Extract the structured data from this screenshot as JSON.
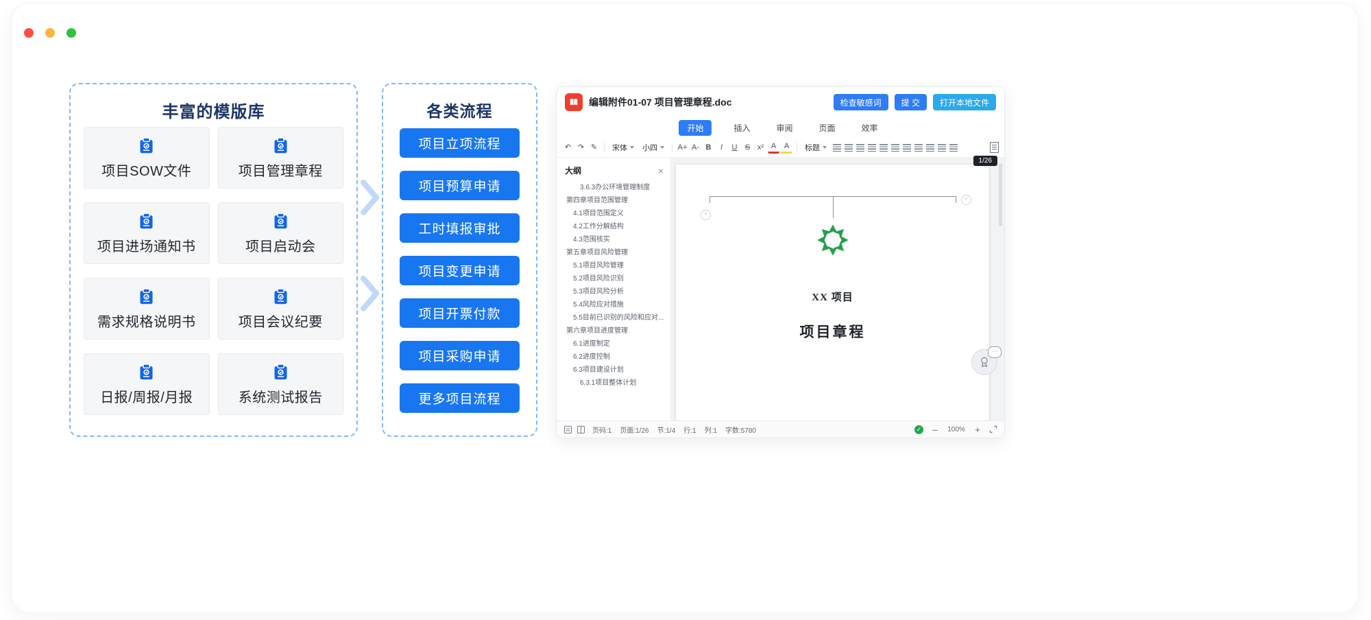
{
  "window": {
    "traffic_lights": {
      "red": "#FB4F46",
      "yellow": "#FCB53D",
      "green": "#2EC23E"
    }
  },
  "templates_panel": {
    "title": "丰富的模版库",
    "cards": [
      {
        "label": "项目SOW文件"
      },
      {
        "label": "项目管理章程"
      },
      {
        "label": "项目进场通知书"
      },
      {
        "label": "项目启动会"
      },
      {
        "label": "需求规格说明书"
      },
      {
        "label": "项目会议纪要"
      },
      {
        "label": "日报/周报/月报"
      },
      {
        "label": "系统测试报告"
      }
    ]
  },
  "flows_panel": {
    "title": "各类流程",
    "buttons": [
      "项目立项流程",
      "项目预算申请",
      "工时填报审批",
      "项目变更申请",
      "项目开票付款",
      "项目采购申请",
      "更多项目流程"
    ]
  },
  "editor": {
    "doc_title": "编辑附件01-07 项目管理章程.doc",
    "header_buttons": {
      "check_sensitive": "检查敏感词",
      "submit": "提 交",
      "open_local": "打开本地文件"
    },
    "tabs": [
      {
        "label": "开始",
        "active": true
      },
      {
        "label": "插入",
        "active": false
      },
      {
        "label": "审阅",
        "active": false
      },
      {
        "label": "页面",
        "active": false
      },
      {
        "label": "效率",
        "active": false
      }
    ],
    "toolbar": {
      "font_name": "宋体",
      "font_size": "小四",
      "heading_label": "标题",
      "left_icons": [
        "undo",
        "redo",
        "format-painter"
      ],
      "format_icons": [
        "font-larger",
        "font-smaller",
        "bold",
        "italic",
        "underline",
        "strikethrough",
        "superscript",
        "font-color",
        "highlight"
      ],
      "paragraph_icons": [
        "align-left",
        "align-center",
        "align-right",
        "align-justify",
        "line-spacing",
        "bullet-list",
        "numbered-list",
        "indent-decrease",
        "indent-increase",
        "borders",
        "symbol"
      ],
      "page_badge": "1/26"
    },
    "outline": {
      "title": "大纲",
      "items": [
        {
          "text": "3.6.3办公环境管理制度",
          "level": 2
        },
        {
          "text": "第四章项目范围管理",
          "level": 0
        },
        {
          "text": "4.1项目范围定义",
          "level": 1
        },
        {
          "text": "4.2工作分解结构",
          "level": 1
        },
        {
          "text": "4.3范围核实",
          "level": 1
        },
        {
          "text": "第五章项目风险管理",
          "level": 0
        },
        {
          "text": "5.1项目风险管理",
          "level": 1
        },
        {
          "text": "5.2项目风险识别",
          "level": 1
        },
        {
          "text": "5.3项目风险分析",
          "level": 1
        },
        {
          "text": "5.4风险应对措施",
          "level": 1
        },
        {
          "text": "5.5目前已识别的风险和应对...",
          "level": 1
        },
        {
          "text": "第六章项目进度管理",
          "level": 0
        },
        {
          "text": "6.1进度制定",
          "level": 1
        },
        {
          "text": "6.2进度控制",
          "level": 1
        },
        {
          "text": "6.3项目建设计划",
          "level": 1
        },
        {
          "text": "6.3.1项目整体计划",
          "level": 2
        }
      ]
    },
    "document": {
      "org_line1": "XX 项目",
      "org_line2": "项目章程"
    },
    "status_bar": {
      "items": [
        "页码:1",
        "页面:1/26",
        "节:1/4",
        "行:1",
        "列:1",
        "字数:5780"
      ],
      "zoom": "100%"
    }
  },
  "colors": {
    "accent_blue": "#1877F0",
    "header_button_blue": "#2E7CF6",
    "open_local_blue": "#2BA9EC",
    "dashed_border": "#7FB9F5",
    "panel_title_navy": "#1C3667",
    "logo_green": "#26A14B",
    "doc_icon_red": "#EE3F2C",
    "clipboard_icon_blue": "#1566E6"
  }
}
